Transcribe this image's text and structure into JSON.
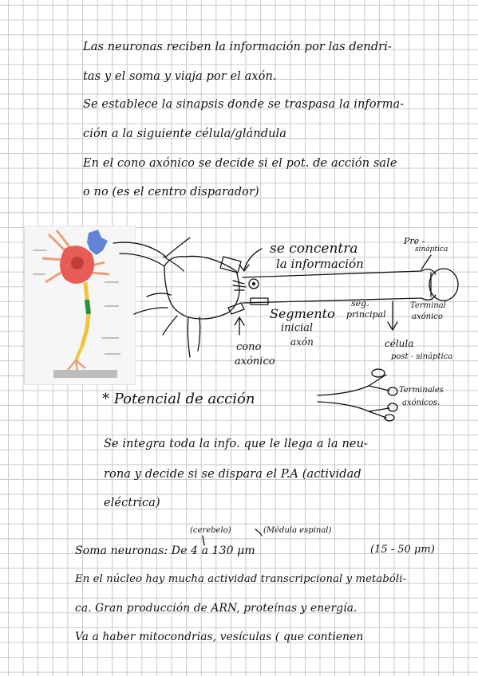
{
  "notes": {
    "intro_lines": [
      "Las neuronas reciben la información por las dendri-",
      "tas y el soma y viaja por el axón.",
      "Se establece la sinapsis donde se traspasa la informa-",
      "ción a la siguiente célula/glándula",
      "En el cono axónico se decide si el pot. de acción sale",
      "o no (es el centro disparador)"
    ],
    "diagram_labels": {
      "se_concentra": "se concentra",
      "la_informacion": "la información",
      "pre": "Pre -",
      "sinaptica": "sináptica",
      "segmento": "Segmento",
      "inicial": "inicial",
      "axon": "axón",
      "seg": "seg.",
      "principal": "principal",
      "terminal": "Terminal",
      "axonico": "axónico",
      "celula": "célula",
      "post_sinaptica": "post - sináptica",
      "cono": "cono",
      "cono_axonico": "axónico",
      "terminales": "Terminales",
      "axonicos": "axónicos."
    },
    "heading": "* Potencial de acción",
    "integration_lines": [
      "Se integra toda la info. que le llega a la neu-",
      "rona y decide si se dispara el P.A (actividad",
      "eléctrica)"
    ],
    "soma_annotations": {
      "cerebelo": "(cerebelo)",
      "medula": "(Médula espinal)"
    },
    "soma_line": "Soma neuronas: De 4 a 130 μm",
    "soma_range": "(15 - 50 μm)",
    "closing_lines": [
      "En el núcleo hay mucha actividad transcripcional y metabóli-",
      "ca. Gran producción de ARN, proteínas y energía.",
      "Va a haber mitocondrias, vesículas ( que contienen"
    ]
  },
  "colors": {
    "ink": "#111111",
    "grid": "#c9c9c9",
    "soma": "#e85c57",
    "myelin_green": "#2f8f3a",
    "myelin_yellow": "#f2c23a",
    "dendrite": "#e8a07a",
    "blue_cell": "#4a6fd0"
  }
}
